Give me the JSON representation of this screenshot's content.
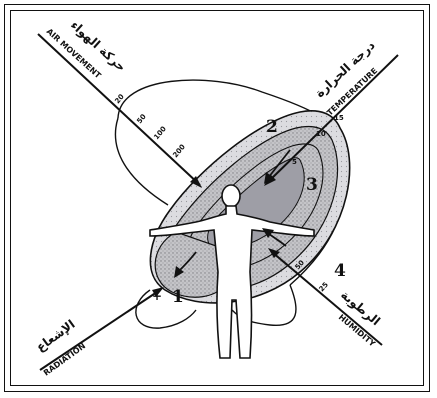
{
  "axes": {
    "air_movement": {
      "en": "AIR MOVEMENT",
      "ar": "حركة الهواء",
      "ticks": [
        "20",
        "50",
        "100",
        "200"
      ]
    },
    "temperature": {
      "en": "TEMPERATURE",
      "ar": "درجة الحرارة",
      "ticks": [
        "5",
        "10",
        "15"
      ]
    },
    "humidity": {
      "en": "HUMIDITY",
      "ar": "الرطوبة",
      "ticks": [
        "50",
        "25"
      ]
    },
    "radiation": {
      "en": "RADIATION",
      "ar": "الإشعاع"
    }
  },
  "zones": {
    "z1": "1",
    "z2": "2",
    "z3": "3",
    "z4": "4",
    "plus": "+"
  }
}
